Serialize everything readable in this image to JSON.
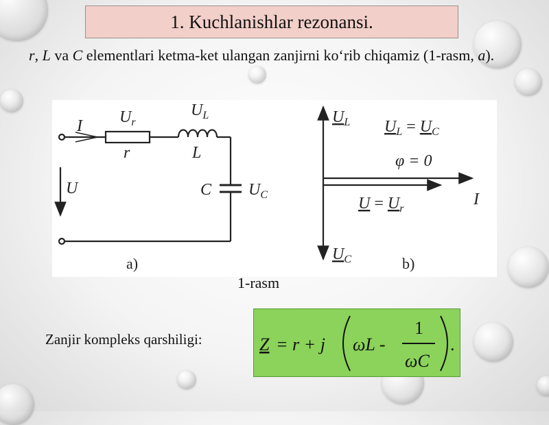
{
  "title": "1. Kuchlanishlar rezonansi.",
  "intro": {
    "part1": "r",
    "part2": ", ",
    "part3": "L",
    "part4": " va ",
    "part5": "C",
    "part6": " elementlari ketma-ket ulangan zanjirni ko‘rib chiqamiz (1-rasm, ",
    "part7": "a",
    "part8": ")."
  },
  "figure": {
    "caption": "1-rasm",
    "circuit": {
      "current_label": "I",
      "resistor_voltage": "U",
      "resistor_voltage_sub": "r",
      "resistor_label": "r",
      "inductor_voltage": "U",
      "inductor_voltage_sub": "L",
      "inductor_label": "L",
      "capacitor_label": "C",
      "capacitor_voltage": "U",
      "capacitor_voltage_sub": "C",
      "source_voltage": "U",
      "panel_label": "a)"
    },
    "phasor": {
      "ul_label": "U",
      "ul_sub": "L",
      "uc_label": "U",
      "uc_sub": "C",
      "eq1_left": "U",
      "eq1_left_sub": "L",
      "eq1_sign": " = ",
      "eq1_right": "U",
      "eq1_right_sub": "C",
      "eq2": "φ = 0",
      "eq3_left": "U",
      "eq3_sign": " = ",
      "eq3_right": "U",
      "eq3_right_sub": "r",
      "current_label": "I",
      "panel_label": "b)"
    }
  },
  "impedance": {
    "label": "Zanjir kompleks qarshiligi:",
    "formula": {
      "z": "Z",
      "eq_r": "= r + j",
      "omega_l": "ωL -",
      "numerator": "1",
      "denominator": "ωC",
      "end": "."
    }
  },
  "colors": {
    "title_bg": "#f2cfc9",
    "formula_bg": "#8bd35a"
  }
}
